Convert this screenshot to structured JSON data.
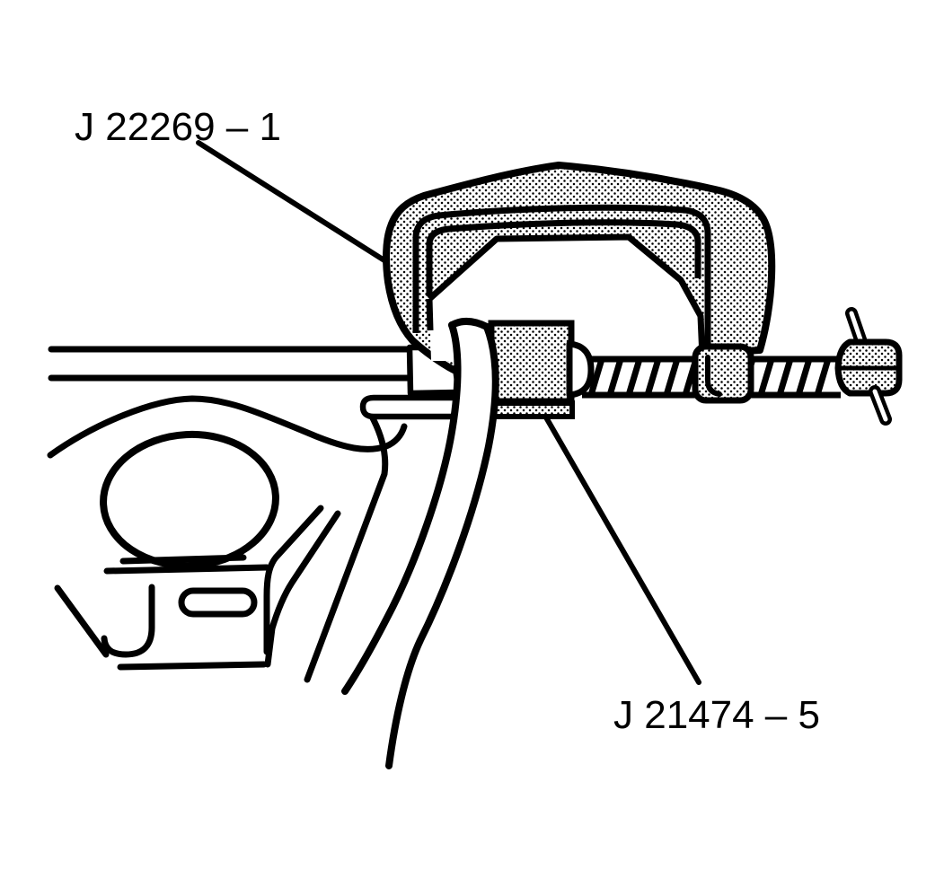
{
  "figure": {
    "type": "technical-line-illustration",
    "background_color": "#ffffff",
    "ink_color": "#000000",
    "labels": {
      "clamp_tool": {
        "text": "J 22269 – 1"
      },
      "adapter_tool": {
        "text": "J 21474 – 5"
      }
    }
  }
}
